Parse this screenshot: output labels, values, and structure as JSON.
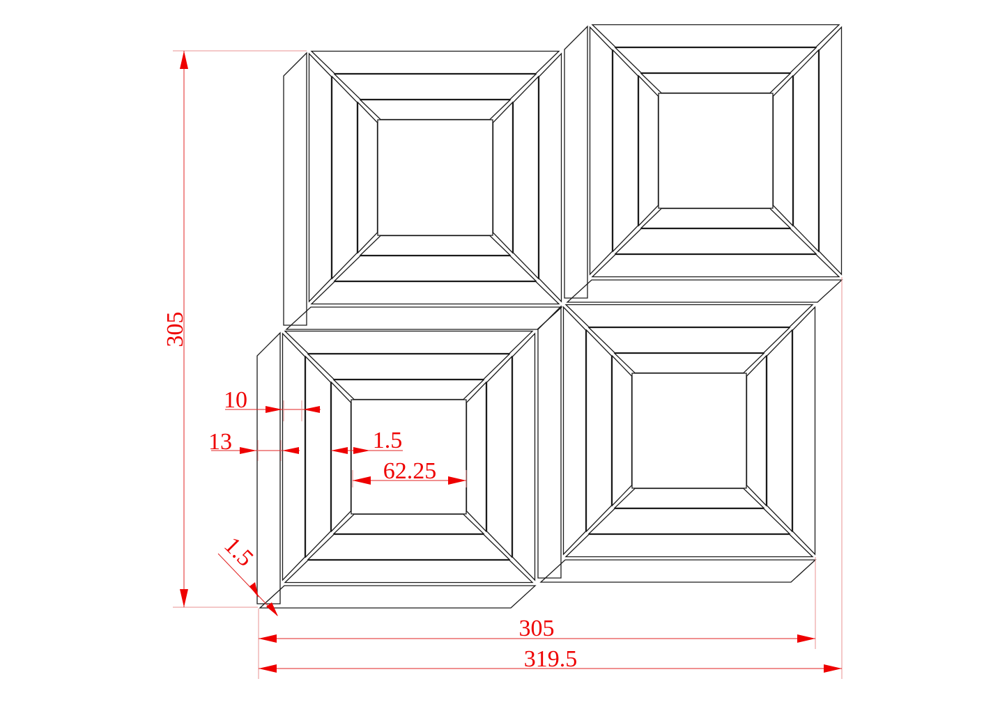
{
  "drawing": {
    "type": "technical-drawing",
    "subject": "mosaic tile sheet with four recessed square modules",
    "line_color": "#1a1a1a",
    "dimension_color": "#ee0000",
    "modules": [
      {
        "id": "top-left",
        "outer": [
          443,
          73,
          806,
          437
        ]
      },
      {
        "id": "top-right",
        "outer": [
          846,
          35,
          1208,
          398
        ]
      },
      {
        "id": "bottom-left",
        "outer": [
          405,
          475,
          768,
          837
        ]
      },
      {
        "id": "bottom-right",
        "outer": [
          808,
          437,
          1170,
          800
        ]
      }
    ]
  },
  "dimensions": {
    "height_total": "305",
    "width_sheet": "305",
    "width_overall": "319.5",
    "strip_width": "10",
    "band_width": "13",
    "gap": "1.5",
    "inner_square": "62.25",
    "joint_gap": "1.5"
  }
}
